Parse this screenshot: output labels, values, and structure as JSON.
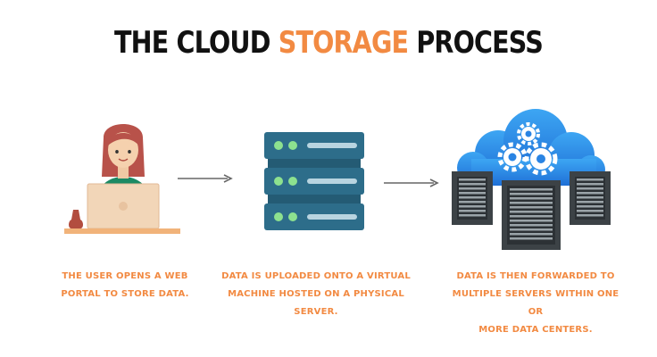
{
  "title": {
    "part1": "THE CLOUD",
    "part2": "STORAGE",
    "part3": "PROCESS"
  },
  "steps": [
    {
      "icon": "user-laptop-icon",
      "caption_lines": [
        "THE USER OPENS A WEB",
        "PORTAL TO STORE DATA."
      ]
    },
    {
      "icon": "server-rack-icon",
      "caption_lines": [
        "DATA IS UPLOADED ONTO A VIRTUAL",
        "MACHINE HOSTED ON A PHYSICAL SERVER."
      ]
    },
    {
      "icon": "cloud-data-center-icon",
      "caption_lines": [
        "DATA IS THEN FORWARDED TO",
        "MULTIPLE SERVERS WITHIN ONE OR",
        "MORE DATA CENTERS."
      ]
    }
  ],
  "colors": {
    "accent": "#f28a42",
    "title": "#111111",
    "server_body": "#2d6d8a",
    "cloud": "#2f8ee6",
    "arrow": "#666666"
  }
}
